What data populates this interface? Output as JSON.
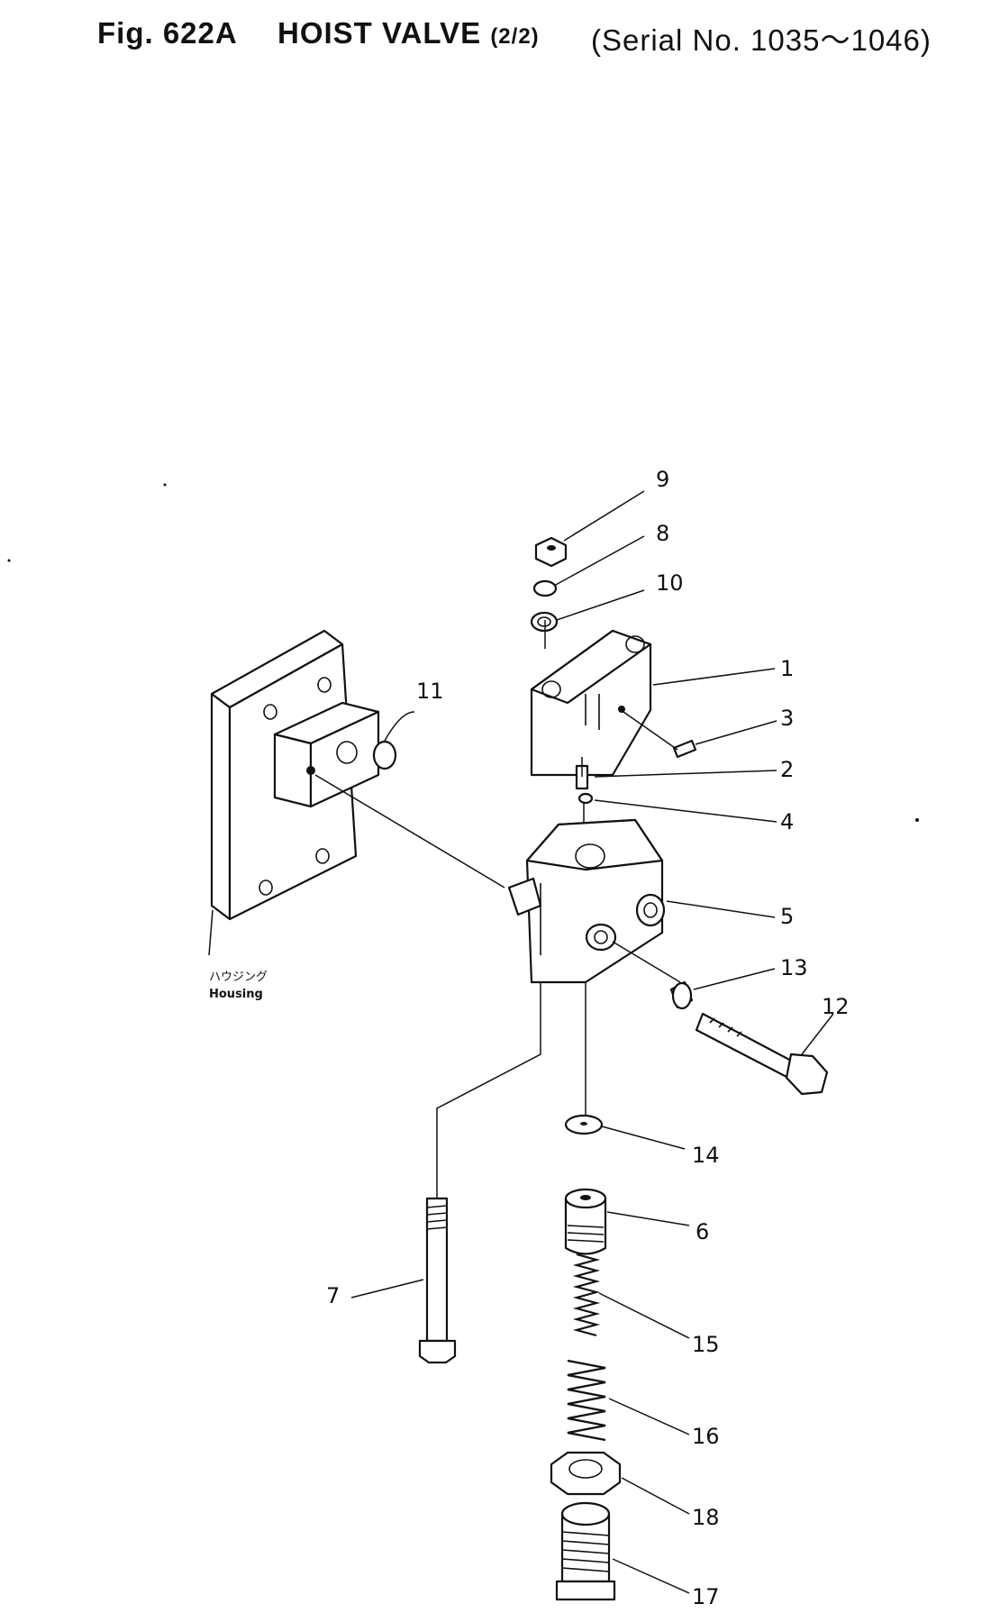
{
  "header": {
    "fig_no": "Fig. 622A",
    "title": "HOIST VALVE",
    "fraction": "(2/2)",
    "serial": "(Serial No. 1035～1046)"
  },
  "housing": {
    "label_jp": "ハウジング",
    "label_en": "Housing"
  },
  "callouts": [
    "9",
    "8",
    "10",
    "11",
    "1",
    "3",
    "2",
    "4",
    "5",
    "13",
    "12",
    "14",
    "6",
    "7",
    "15",
    "16",
    "18",
    "17"
  ]
}
